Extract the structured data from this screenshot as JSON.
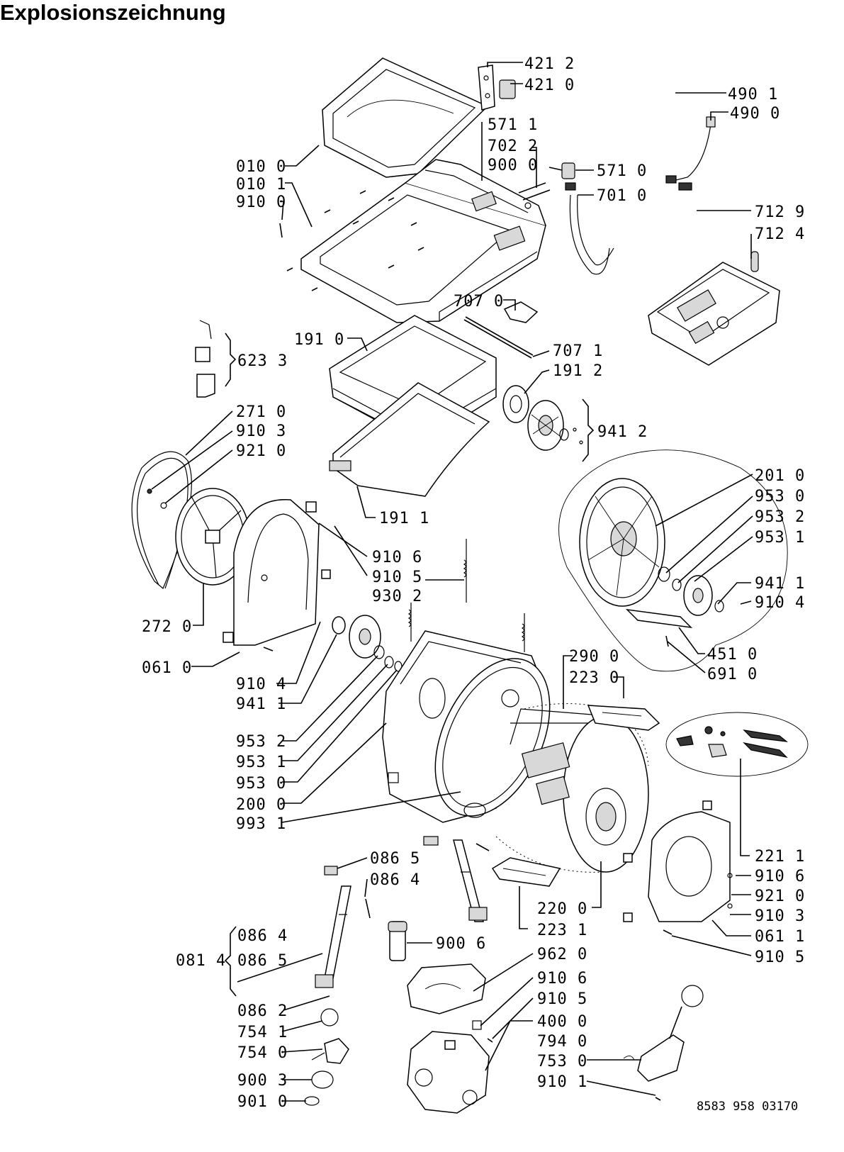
{
  "title": "Explosionszeichnung",
  "document_number": "8583 958 03170",
  "labels": [
    {
      "id": "421-2",
      "text": "421 2"
    },
    {
      "id": "421-0",
      "text": "421 0"
    },
    {
      "id": "490-1",
      "text": "490 1"
    },
    {
      "id": "490-0",
      "text": "490 0"
    },
    {
      "id": "571-1",
      "text": "571 1"
    },
    {
      "id": "702-2",
      "text": "702 2"
    },
    {
      "id": "900-0",
      "text": "900 0"
    },
    {
      "id": "571-0",
      "text": "571 0"
    },
    {
      "id": "701-0",
      "text": "701 0"
    },
    {
      "id": "010-0",
      "text": "010 0"
    },
    {
      "id": "010-1",
      "text": "010 1"
    },
    {
      "id": "910-0",
      "text": "910 0"
    },
    {
      "id": "712-9",
      "text": "712 9"
    },
    {
      "id": "712-4",
      "text": "712 4"
    },
    {
      "id": "707-0",
      "text": "707 0"
    },
    {
      "id": "191-0",
      "text": "191 0"
    },
    {
      "id": "707-1",
      "text": "707 1"
    },
    {
      "id": "191-2",
      "text": "191 2"
    },
    {
      "id": "623-3",
      "text": "623 3"
    },
    {
      "id": "941-2",
      "text": "941 2"
    },
    {
      "id": "271-0",
      "text": "271 0"
    },
    {
      "id": "910-3-a",
      "text": "910 3"
    },
    {
      "id": "921-0-a",
      "text": "921 0"
    },
    {
      "id": "201-0",
      "text": "201 0"
    },
    {
      "id": "953-0-a",
      "text": "953 0"
    },
    {
      "id": "953-2-a",
      "text": "953 2"
    },
    {
      "id": "953-1-a",
      "text": "953 1"
    },
    {
      "id": "191-1",
      "text": "191 1"
    },
    {
      "id": "910-6-a",
      "text": "910 6"
    },
    {
      "id": "910-5-a",
      "text": "910 5"
    },
    {
      "id": "930-2",
      "text": "930 2"
    },
    {
      "id": "941-1-a",
      "text": "941 1"
    },
    {
      "id": "910-4-a",
      "text": "910 4"
    },
    {
      "id": "272-0",
      "text": "272 0"
    },
    {
      "id": "451-0",
      "text": "451 0"
    },
    {
      "id": "061-0",
      "text": "061 0"
    },
    {
      "id": "691-0",
      "text": "691 0"
    },
    {
      "id": "290-0",
      "text": "290 0"
    },
    {
      "id": "223-0",
      "text": "223 0"
    },
    {
      "id": "910-4-b",
      "text": "910 4"
    },
    {
      "id": "941-1-b",
      "text": "941 1"
    },
    {
      "id": "953-2-b",
      "text": "953 2"
    },
    {
      "id": "953-1-b",
      "text": "953 1"
    },
    {
      "id": "953-0-b",
      "text": "953 0"
    },
    {
      "id": "200-0",
      "text": "200 0"
    },
    {
      "id": "993-1",
      "text": "993 1"
    },
    {
      "id": "221-1",
      "text": "221 1"
    },
    {
      "id": "086-5-a",
      "text": "086 5"
    },
    {
      "id": "910-6-b",
      "text": "910 6"
    },
    {
      "id": "086-4-a",
      "text": "086 4"
    },
    {
      "id": "921-0-b",
      "text": "921 0"
    },
    {
      "id": "220-0",
      "text": "220 0"
    },
    {
      "id": "910-3-b",
      "text": "910 3"
    },
    {
      "id": "223-1",
      "text": "223 1"
    },
    {
      "id": "061-1",
      "text": "061 1"
    },
    {
      "id": "086-4-b",
      "text": "086 4"
    },
    {
      "id": "900-6",
      "text": "900 6"
    },
    {
      "id": "910-5-b",
      "text": "910 5"
    },
    {
      "id": "081-4",
      "text": "081 4"
    },
    {
      "id": "086-5-b",
      "text": "086 5"
    },
    {
      "id": "962-0",
      "text": "962 0"
    },
    {
      "id": "910-6-c",
      "text": "910 6"
    },
    {
      "id": "086-2",
      "text": "086 2"
    },
    {
      "id": "910-5-c",
      "text": "910 5"
    },
    {
      "id": "754-1",
      "text": "754 1"
    },
    {
      "id": "400-0",
      "text": "400 0"
    },
    {
      "id": "754-0",
      "text": "754 0"
    },
    {
      "id": "794-0",
      "text": "794 0"
    },
    {
      "id": "753-0",
      "text": "753 0"
    },
    {
      "id": "900-3",
      "text": "900 3"
    },
    {
      "id": "910-1",
      "text": "910 1"
    },
    {
      "id": "901-0",
      "text": "901 0"
    }
  ]
}
